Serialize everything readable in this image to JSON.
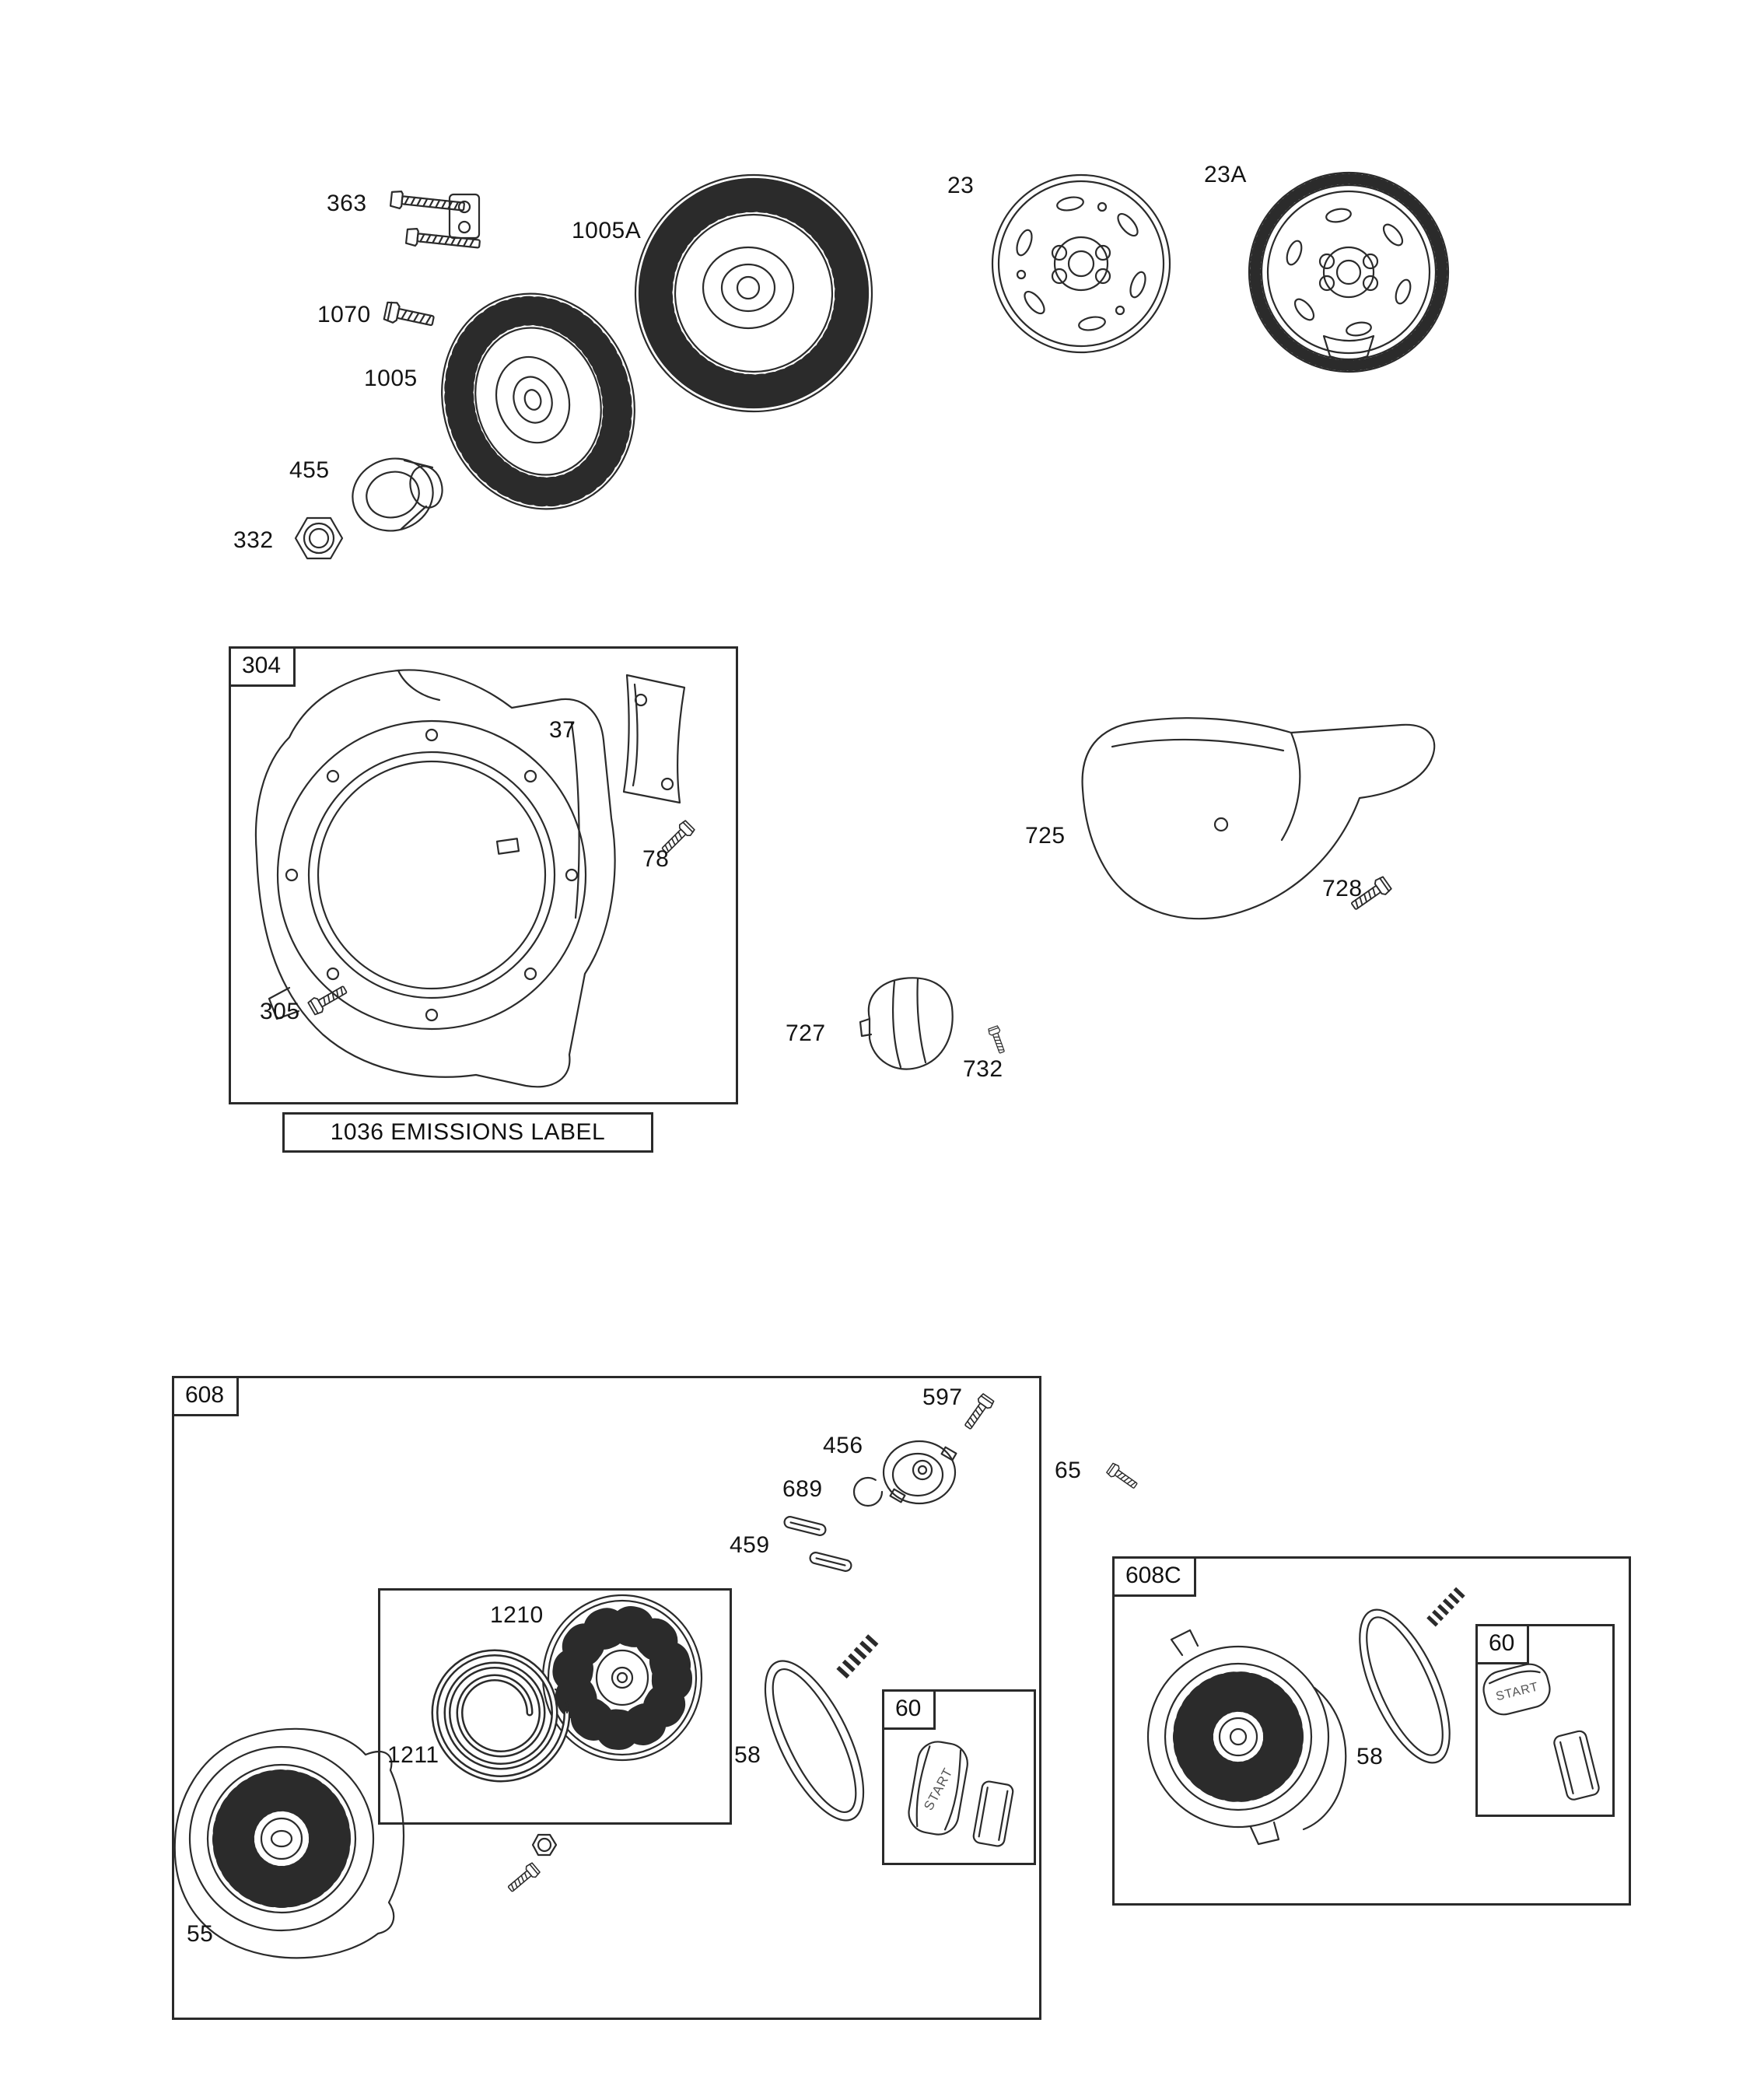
{
  "part_labels": {
    "p363": "363",
    "p1005A": "1005A",
    "p23": "23",
    "p23A": "23A",
    "p1070": "1070",
    "p1005": "1005",
    "p455": "455",
    "p332": "332",
    "p37": "37",
    "p78": "78",
    "p305": "305",
    "p725": "725",
    "p728": "728",
    "p727": "727",
    "p732": "732",
    "p597": "597",
    "p456": "456",
    "p689": "689",
    "p459": "459",
    "p65": "65",
    "p1210": "1210",
    "p1211": "1211",
    "p58_left": "58",
    "p58_right": "58",
    "p55": "55"
  },
  "group_boxes": {
    "b304": "304",
    "b608": "608",
    "b608C": "608C",
    "b60_left": "60",
    "b60_right": "60"
  },
  "emissions_label": "1036 EMISSIONS LABEL",
  "handle_marking": "START"
}
